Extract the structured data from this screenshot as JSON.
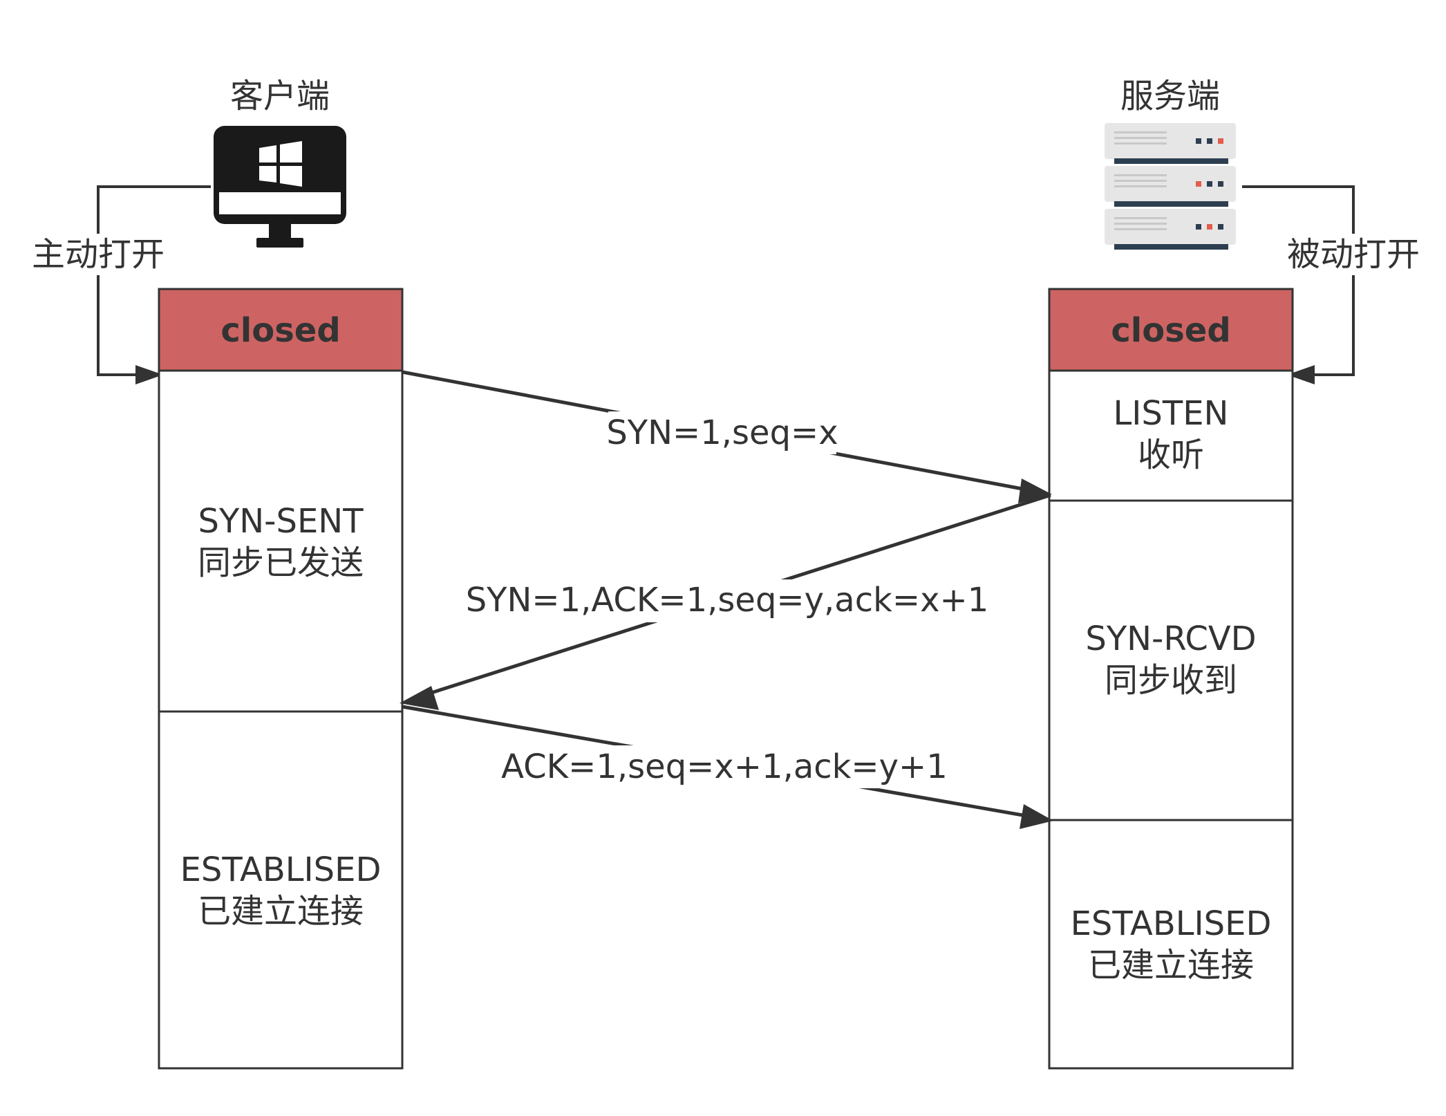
{
  "client": {
    "title": "客户端",
    "open_label": "主动打开",
    "closed_label": "closed",
    "states": [
      {
        "line1": "SYN-SENT",
        "line2": "同步已发送"
      },
      {
        "line1": "ESTABLISED",
        "line2": "已建立连接"
      }
    ]
  },
  "server": {
    "title": "服务端",
    "open_label": "被动打开",
    "closed_label": "closed",
    "states": [
      {
        "line1": "LISTEN",
        "line2": "收听"
      },
      {
        "line1": "SYN-RCVD",
        "line2": "同步收到"
      },
      {
        "line1": "ESTABLISED",
        "line2": "已建立连接"
      }
    ]
  },
  "messages": [
    {
      "label": "SYN=1,seq=x",
      "direction": "client-to-server"
    },
    {
      "label": "SYN=1,ACK=1,seq=y,ack=x+1",
      "direction": "server-to-client"
    },
    {
      "label": "ACK=1,seq=x+1,ack=y+1",
      "direction": "client-to-server"
    }
  ],
  "colors": {
    "closed_fill": "#cd6463",
    "line": "#333333",
    "monitor": "#1a1a1a",
    "server_body": "#e4e4e4",
    "server_dark": "#2d3e50",
    "server_red": "#e35d4d"
  },
  "icons": {
    "client": "windows-monitor-icon",
    "server": "server-rack-icon"
  }
}
